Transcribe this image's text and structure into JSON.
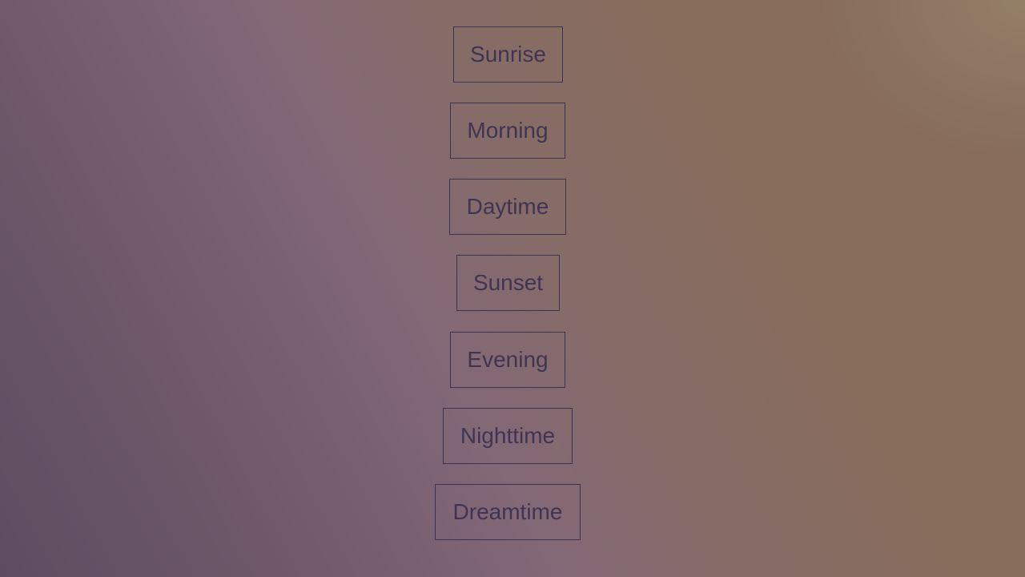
{
  "buttons": [
    {
      "label": "Sunrise"
    },
    {
      "label": "Morning"
    },
    {
      "label": "Daytime"
    },
    {
      "label": "Sunset"
    },
    {
      "label": "Evening"
    },
    {
      "label": "Nighttime"
    },
    {
      "label": "Dreamtime"
    }
  ],
  "colors": {
    "text": "#3f3552",
    "border": "#3d3350",
    "background_warm": "#876c5c",
    "background_cool": "#5d4c60"
  }
}
